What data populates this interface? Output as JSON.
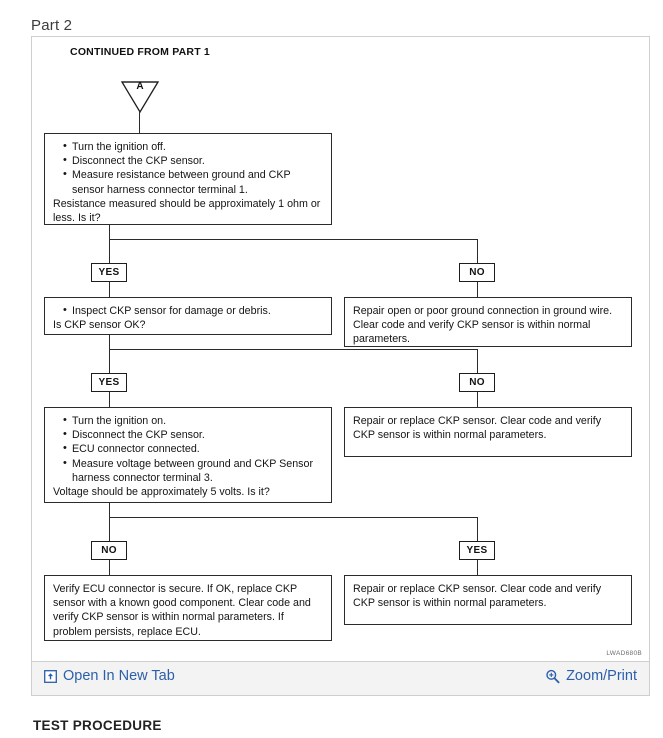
{
  "page": {
    "part_label": "Part 2",
    "section_heading": "TEST PROCEDURE"
  },
  "figure": {
    "code": "LWAD680B",
    "connector": {
      "header_line1": "CONTINUED FROM",
      "header_line2": "PART 1",
      "letter": "A"
    },
    "nodes": [
      {
        "id": "step1",
        "bullets": [
          "Turn the ignition off.",
          "Disconnect the CKP sensor.",
          "Measure resistance between ground and CKP sensor harness connector terminal 1."
        ],
        "question": "Resistance measured should be approximately 1 ohm or less. Is it?"
      },
      {
        "id": "step2",
        "bullets": [
          "Inspect CKP sensor for damage or debris."
        ],
        "question": "Is CKP sensor OK?"
      },
      {
        "id": "step3",
        "bullets": [
          "Turn the ignition on.",
          "Disconnect the CKP sensor.",
          "ECU connector connected.",
          "Measure voltage between ground and CKP Sensor harness connector terminal 3."
        ],
        "question": "Voltage should be approximately 5 volts. Is it?"
      }
    ],
    "outcomes": [
      {
        "id": "out1",
        "text": "Repair open or poor ground connection in ground wire. Clear code and verify CKP sensor is within normal parameters."
      },
      {
        "id": "out2",
        "text": "Repair or replace CKP sensor. Clear code and verify CKP sensor is within normal parameters."
      },
      {
        "id": "out3",
        "text": "Verify ECU connector is secure. If OK, replace CKP sensor with a known good component. Clear code and verify CKP sensor is within normal parameters.  If problem persists, replace ECU."
      },
      {
        "id": "out4",
        "text": "Repair or replace CKP sensor. Clear code and verify CKP sensor is within normal parameters."
      }
    ],
    "branch_labels": {
      "yes1": "YES",
      "no1": "NO",
      "yes2": "YES",
      "no2": "NO",
      "no3": "NO",
      "yes3": "YES"
    }
  },
  "toolbar": {
    "open_new_tab": "Open In New Tab",
    "zoom_print": "Zoom/Print",
    "link_color": "#2b5faa"
  }
}
